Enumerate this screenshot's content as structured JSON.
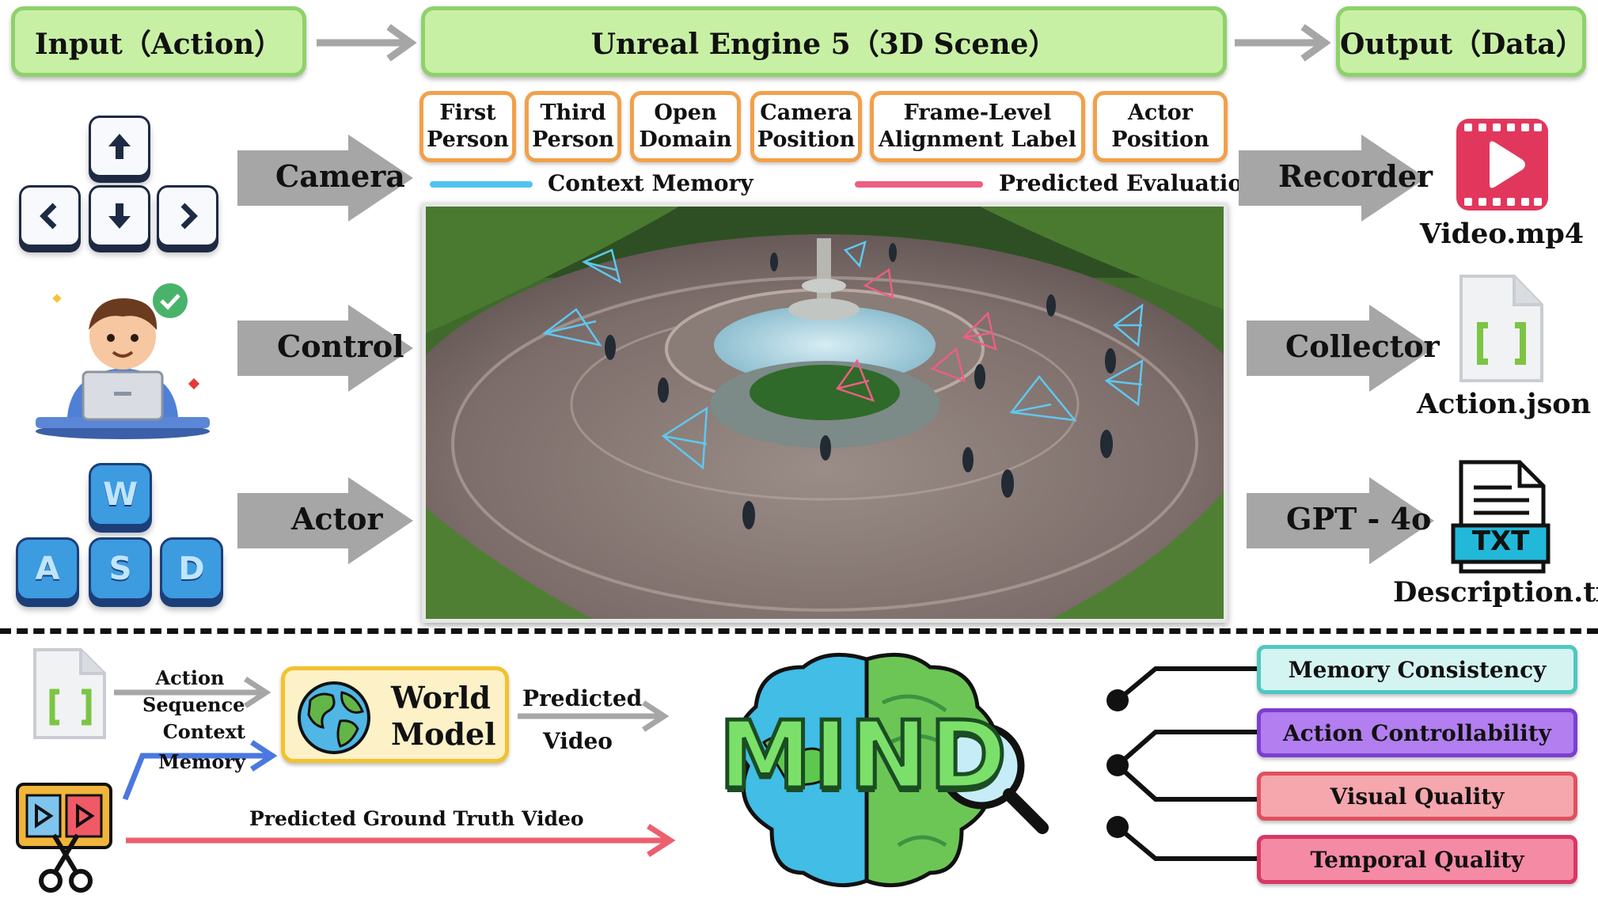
{
  "header": {
    "input": "Input（Action）",
    "engine": "Unreal Engine 5（3D Scene）",
    "output": "Output（Data）"
  },
  "engine_tags": [
    "First\nPerson",
    "Third\nPerson",
    "Open\nDomain",
    "Camera\nPosition",
    "Frame-Level\nAlignment Label",
    "Actor\nPosition"
  ],
  "legend": {
    "context_memory": "Context Memory",
    "predicted_evaluation": "Predicted Evaluation"
  },
  "inputs": [
    {
      "label": "Camera"
    },
    {
      "label": "Control"
    },
    {
      "label": "Actor"
    }
  ],
  "keys": {
    "w": "W",
    "a": "A",
    "s": "S",
    "d": "D"
  },
  "outputs": [
    {
      "tool": "Recorder",
      "file": "Video.mp4"
    },
    {
      "tool": "Collector",
      "file": "Action.json"
    },
    {
      "tool": "GPT - 4o",
      "file": "Description.txt"
    }
  ],
  "file_icons": {
    "txt": "TXT"
  },
  "bottom": {
    "action_sequence": "Action\nSequence",
    "context_memory": "Context\nMemory",
    "world_model": "World\nModel",
    "predicted_video": "Predicted\nVideo",
    "gt_video": "Predicted Ground Truth Video",
    "logo": "MIND"
  },
  "metrics": [
    {
      "label": "Memory Consistency",
      "color": "#d4f4f2",
      "border": "#4fc8c0"
    },
    {
      "label": "Action Controllability",
      "color": "#b27ef0",
      "border": "#7a3fd0"
    },
    {
      "label": "Visual Quality",
      "color": "#f6a6ad",
      "border": "#e0515e"
    },
    {
      "label": "Temporal Quality",
      "color": "#f58aa5",
      "border": "#d93765"
    }
  ],
  "colors": {
    "green_fill": "#c8f0a4",
    "orange_border": "#f2a04a",
    "context_line": "#4fc3ef",
    "eval_line": "#ec5f82",
    "gray_arrow": "#a6a6a6"
  },
  "icons": [
    "up-arrow-key",
    "left-arrow-key",
    "down-arrow-key",
    "right-arrow-key",
    "person-laptop",
    "video-file-icon",
    "json-file-icon",
    "txt-file-icon",
    "globe-icon",
    "film-scissors-icon",
    "brain-logo",
    "magnifier-icon"
  ]
}
